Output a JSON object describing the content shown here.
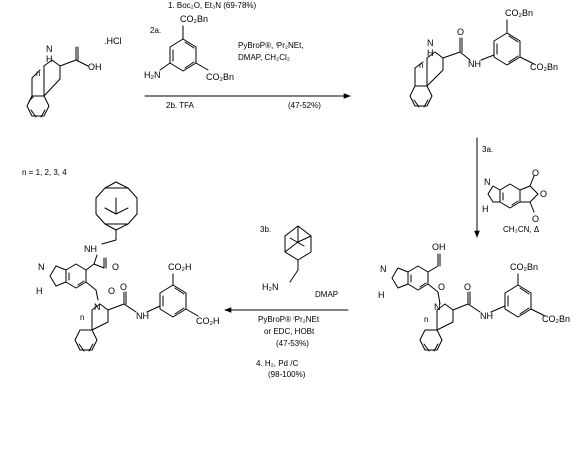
{
  "scheme": {
    "n_values": "n = 1, 2, 3, 4",
    "groups": {
      "n": "n",
      "nh": "N",
      "nh2": "H",
      "nh_amide": "NH",
      "n_ring": "N",
      "h_ring": "H",
      "hcl": ".HCl",
      "oh": "OH",
      "h2n": "H₂N",
      "o": "O",
      "co2bn": "CO₂Bn",
      "co2h": "CO₂H",
      "co2h_oh": "OH"
    },
    "steps": {
      "step1": "1.  Boc₂O, Et₃N  (69-78%)",
      "step2a": "2a.",
      "step2a_reagents": [
        "PyBroP®, ⁱPr₂NEt,",
        "DMAP, CH₂Cl₂"
      ],
      "step2b": "2b.  TFA",
      "step2b_yield": "(47-52%)",
      "step3a": "3a.",
      "step3a_cond": "CH₃CN, Δ",
      "step3b": "3b.",
      "step3b_dmap": "DMAP",
      "step3b_reagents": [
        "PyBroP®  ⁱPr₂NEt",
        "or EDC, HOBt",
        "(47-53%)"
      ],
      "step4": "4.  H₂, Pd /C",
      "step4_yield": "(98-100%)"
    }
  }
}
